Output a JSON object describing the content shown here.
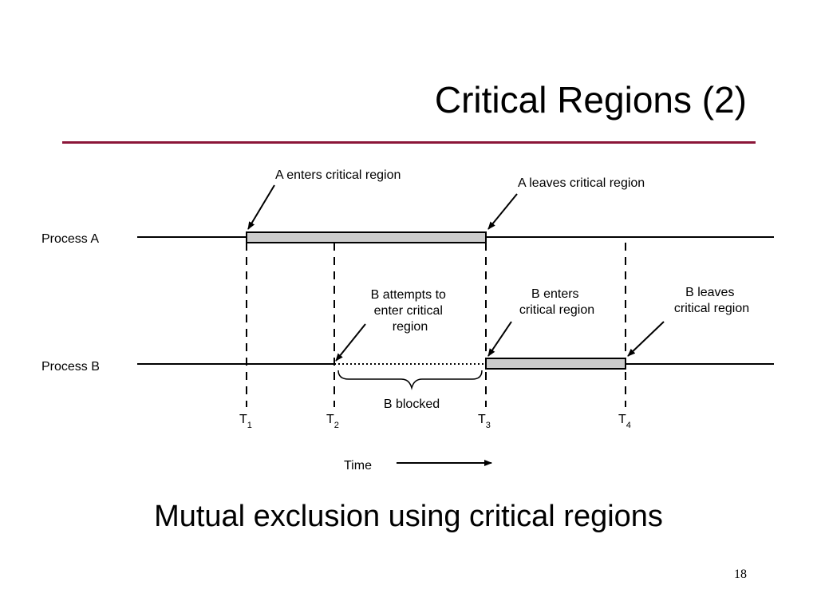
{
  "slide": {
    "title": "Critical Regions (2)",
    "caption": "Mutual exclusion using critical regions",
    "number": "18"
  },
  "diagram": {
    "processes": [
      {
        "label": "Process A"
      },
      {
        "label": "Process B"
      }
    ],
    "annotations": {
      "a_enters": "A enters critical region",
      "a_leaves": "A leaves critical region",
      "b_attempts": [
        "B attempts to",
        "enter critical",
        "region"
      ],
      "b_enters": [
        "B enters",
        "critical region"
      ],
      "b_leaves": [
        "B leaves",
        "critical region"
      ],
      "b_blocked": "B blocked"
    },
    "times": [
      {
        "base": "T",
        "sub": "1"
      },
      {
        "base": "T",
        "sub": "2"
      },
      {
        "base": "T",
        "sub": "3"
      },
      {
        "base": "T",
        "sub": "4"
      }
    ],
    "axis_label": "Time",
    "colors": {
      "critical_region_fill": "#cccccc",
      "title_rule": "#8b1538"
    }
  }
}
